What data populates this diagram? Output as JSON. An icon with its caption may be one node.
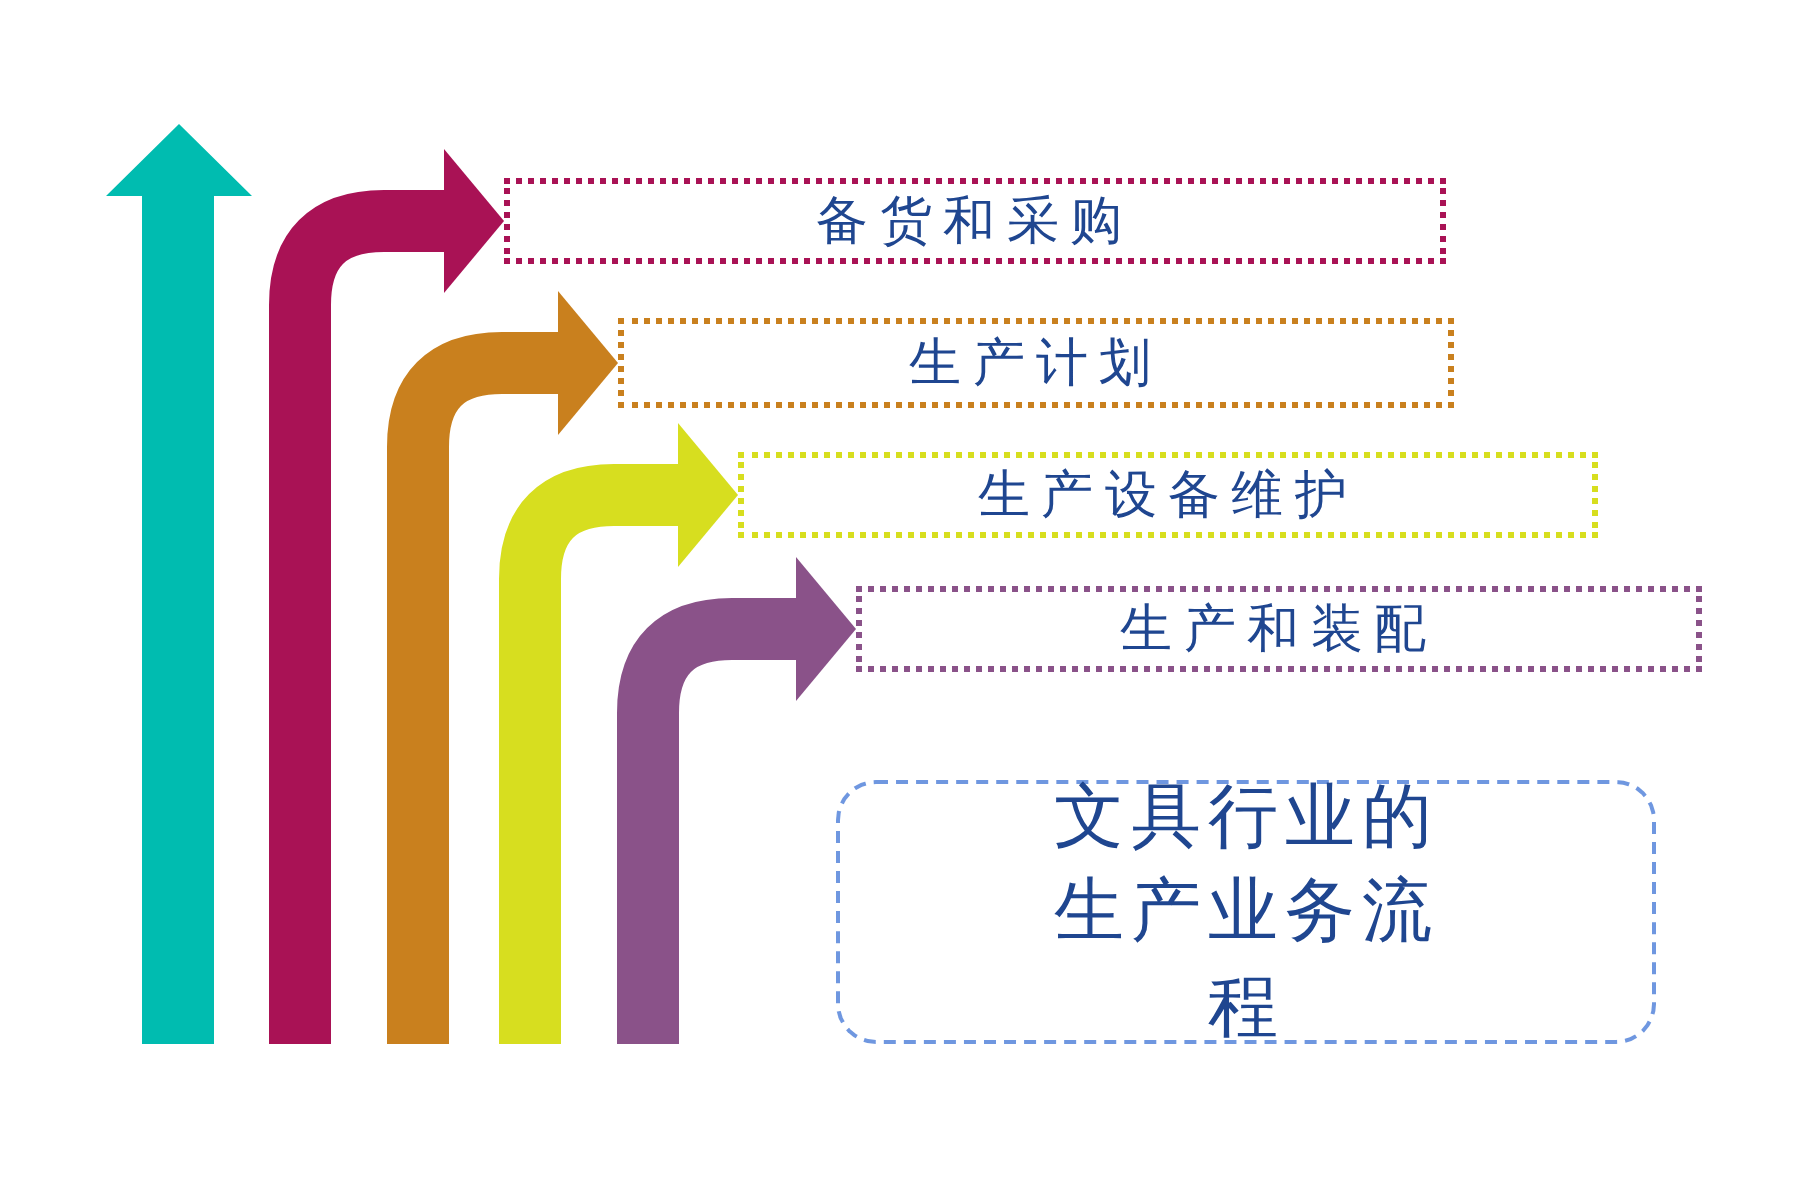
{
  "diagram": {
    "nodes": [
      {
        "text": [
          "备货和采购"
        ]
      },
      {
        "text": [
          "生产计划"
        ]
      },
      {
        "text": [
          "生产设备维护"
        ]
      },
      {
        "text": [
          "生产和装配"
        ]
      },
      {
        "text": [
          "文具行业的生产业务流程"
        ]
      }
    ],
    "edges": [
      {
        "from": null,
        "to": 0,
        "arrow": "to",
        "color": "#a91255"
      },
      {
        "from": null,
        "to": 1,
        "arrow": "to",
        "color": "#c9801e"
      },
      {
        "from": null,
        "to": 2,
        "arrow": "to",
        "color": "#d7de1f"
      },
      {
        "from": null,
        "to": 3,
        "arrow": "to",
        "color": "#8a5289"
      }
    ]
  }
}
